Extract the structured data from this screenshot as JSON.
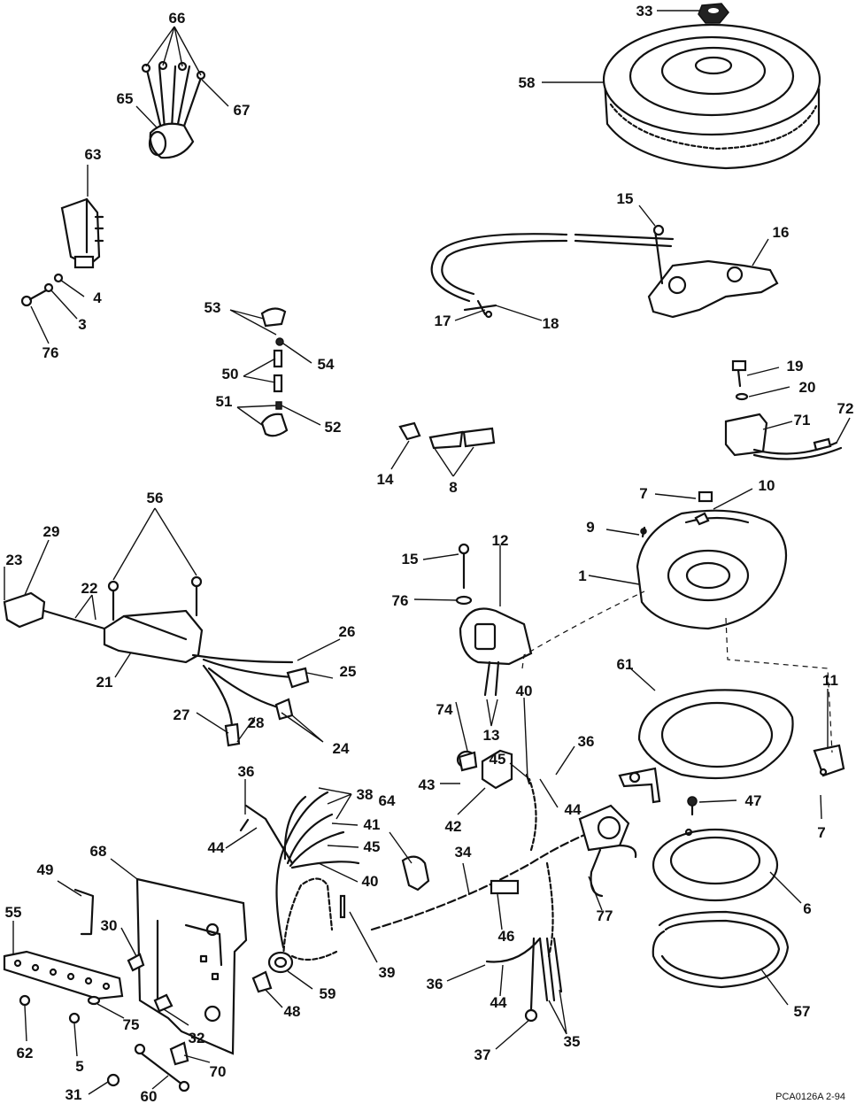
{
  "callouts": [
    {
      "id": "c33",
      "label": "33"
    },
    {
      "id": "c58",
      "label": "58"
    },
    {
      "id": "c66",
      "label": "66"
    },
    {
      "id": "c65",
      "label": "65"
    },
    {
      "id": "c67",
      "label": "67"
    },
    {
      "id": "c63",
      "label": "63"
    },
    {
      "id": "c4",
      "label": "4"
    },
    {
      "id": "c3",
      "label": "3"
    },
    {
      "id": "c76a",
      "label": "76"
    },
    {
      "id": "c15a",
      "label": "15"
    },
    {
      "id": "c16",
      "label": "16"
    },
    {
      "id": "c17",
      "label": "17"
    },
    {
      "id": "c18",
      "label": "18"
    },
    {
      "id": "c53",
      "label": "53"
    },
    {
      "id": "c54",
      "label": "54"
    },
    {
      "id": "c50",
      "label": "50"
    },
    {
      "id": "c51",
      "label": "51"
    },
    {
      "id": "c52",
      "label": "52"
    },
    {
      "id": "c19",
      "label": "19"
    },
    {
      "id": "c20",
      "label": "20"
    },
    {
      "id": "c71",
      "label": "71"
    },
    {
      "id": "c72",
      "label": "72"
    },
    {
      "id": "c14",
      "label": "14"
    },
    {
      "id": "c8",
      "label": "8"
    },
    {
      "id": "c7a",
      "label": "7"
    },
    {
      "id": "c10",
      "label": "10"
    },
    {
      "id": "c9",
      "label": "9"
    },
    {
      "id": "c56",
      "label": "56"
    },
    {
      "id": "c29",
      "label": "29"
    },
    {
      "id": "c23",
      "label": "23"
    },
    {
      "id": "c22",
      "label": "22"
    },
    {
      "id": "c15b",
      "label": "15"
    },
    {
      "id": "c12",
      "label": "12"
    },
    {
      "id": "c1",
      "label": "1"
    },
    {
      "id": "c76b",
      "label": "76"
    },
    {
      "id": "c26",
      "label": "26"
    },
    {
      "id": "c25",
      "label": "25"
    },
    {
      "id": "c21",
      "label": "21"
    },
    {
      "id": "c27",
      "label": "27"
    },
    {
      "id": "c28",
      "label": "28"
    },
    {
      "id": "c24",
      "label": "24"
    },
    {
      "id": "c61",
      "label": "61"
    },
    {
      "id": "c11",
      "label": "11"
    },
    {
      "id": "c74",
      "label": "74"
    },
    {
      "id": "c13",
      "label": "13"
    },
    {
      "id": "c40a",
      "label": "40"
    },
    {
      "id": "c36a",
      "label": "36"
    },
    {
      "id": "c45a",
      "label": "45"
    },
    {
      "id": "c43",
      "label": "43"
    },
    {
      "id": "c44a",
      "label": "44"
    },
    {
      "id": "c42",
      "label": "42"
    },
    {
      "id": "c36b",
      "label": "36"
    },
    {
      "id": "c38",
      "label": "38"
    },
    {
      "id": "c64",
      "label": "64"
    },
    {
      "id": "c47",
      "label": "47"
    },
    {
      "id": "c7b",
      "label": "7"
    },
    {
      "id": "c44b",
      "label": "44"
    },
    {
      "id": "c41",
      "label": "41"
    },
    {
      "id": "c45b",
      "label": "45"
    },
    {
      "id": "c40b",
      "label": "40"
    },
    {
      "id": "c34",
      "label": "34"
    },
    {
      "id": "c68",
      "label": "68"
    },
    {
      "id": "c49",
      "label": "49"
    },
    {
      "id": "c6",
      "label": "6"
    },
    {
      "id": "c77",
      "label": "77"
    },
    {
      "id": "c55",
      "label": "55"
    },
    {
      "id": "c30",
      "label": "30"
    },
    {
      "id": "c46",
      "label": "46"
    },
    {
      "id": "c39",
      "label": "39"
    },
    {
      "id": "c59",
      "label": "59"
    },
    {
      "id": "c48",
      "label": "48"
    },
    {
      "id": "c57",
      "label": "57"
    },
    {
      "id": "c36c",
      "label": "36"
    },
    {
      "id": "c44c",
      "label": "44"
    },
    {
      "id": "c75",
      "label": "75"
    },
    {
      "id": "c32",
      "label": "32"
    },
    {
      "id": "c62",
      "label": "62"
    },
    {
      "id": "c5",
      "label": "5"
    },
    {
      "id": "c70",
      "label": "70"
    },
    {
      "id": "c37",
      "label": "37"
    },
    {
      "id": "c35",
      "label": "35"
    },
    {
      "id": "c31",
      "label": "31"
    },
    {
      "id": "c60",
      "label": "60"
    }
  ],
  "drawing_code": "PCA0126A  2-94"
}
